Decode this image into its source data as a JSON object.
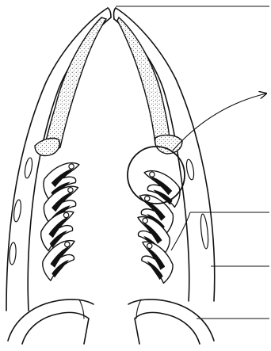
{
  "figure": {
    "labels": [],
    "caption": ""
  },
  "parts": {
    "left_bone": "stippled",
    "right_bone": "stippled",
    "highlight": "circle-with-arrow"
  },
  "colors": {
    "ink": "#111111",
    "background": "#ffffff",
    "stipple": "#333333"
  }
}
